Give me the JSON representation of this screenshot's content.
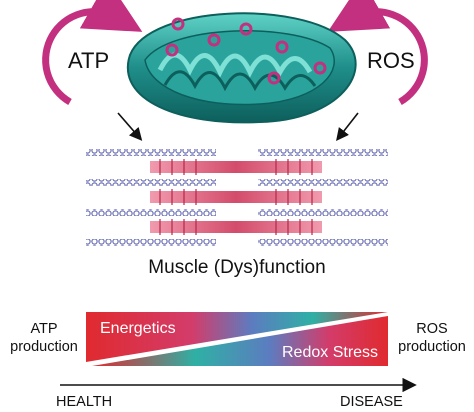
{
  "top": {
    "left_label": "ATP",
    "right_label": "ROS"
  },
  "muscle": {
    "label": "Muscle (Dys)function"
  },
  "gradient": {
    "left_label_line1": "ATP",
    "left_label_line2": "production",
    "right_label_line1": "ROS",
    "right_label_line2": "production",
    "upper_band_label": "Energetics",
    "lower_band_label": "Redox Stress",
    "axis_start": "HEALTH",
    "axis_end": "DISEASE"
  },
  "colors": {
    "cycle_arrow": "#c2307f",
    "mito_body": "#1f8e8a",
    "mito_dark": "#0d5f5c",
    "mito_dot": "#c2307f",
    "thick_filament": "#d34c6b",
    "thin_filament": "#6b6fb5",
    "gradient_red": "#e02a2f",
    "gradient_teal": "#2fb0a5"
  }
}
